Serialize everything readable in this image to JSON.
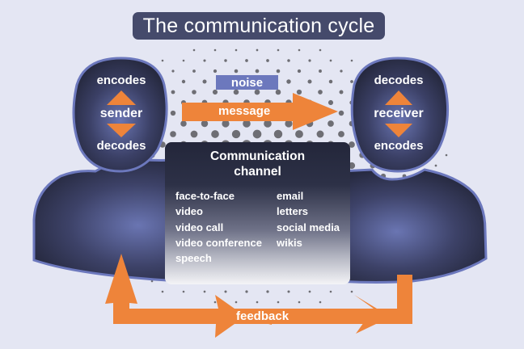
{
  "title": "The communication cycle",
  "sender": {
    "label": "sender",
    "top_text": "encodes",
    "bottom_text": "decodes"
  },
  "receiver": {
    "label": "receiver",
    "top_text": "decodes",
    "bottom_text": "encodes"
  },
  "noise_label": "noise",
  "message_label": "message",
  "feedback_label": "feedback",
  "channel": {
    "title_line1": "Communication",
    "title_line2": "channel",
    "left_items": [
      "face-to-face",
      "video",
      "video call",
      "video conference",
      "speech"
    ],
    "right_items": [
      "email",
      "letters",
      "social media",
      "wikis"
    ]
  },
  "colors": {
    "background": "#e4e6f3",
    "title_bg": "#454a6b",
    "arrow_orange": "#ee843a",
    "noise_bg": "#6c78bd",
    "person_outline": "#6c78bd",
    "person_dark": "#23263a",
    "person_light": "#6a75b2",
    "noise_dots": "#6e6e74"
  }
}
